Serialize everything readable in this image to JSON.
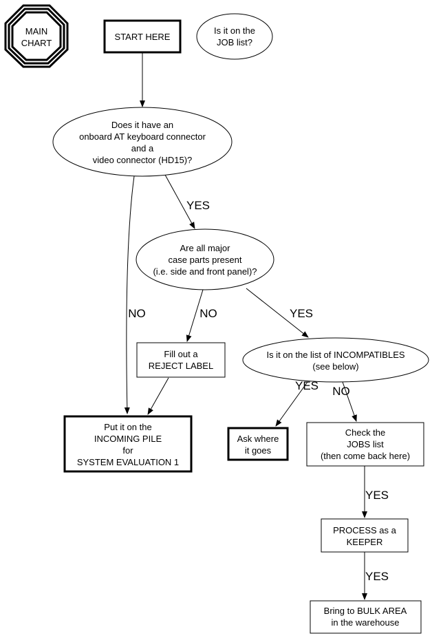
{
  "nodes": {
    "main_chart": [
      "MAIN",
      "CHART"
    ],
    "start": [
      "START HERE"
    ],
    "job_list": [
      "Is it on the",
      "JOB list?"
    ],
    "connectors": [
      "Does it have an",
      "onboard AT keyboard connector",
      "and a",
      "video connector (HD15)?"
    ],
    "case_parts": [
      "Are all major",
      "case parts present",
      "(i.e. side and front panel)?"
    ],
    "reject": [
      "Fill out a",
      "REJECT LABEL"
    ],
    "incompatibles": [
      "Is it on the list of INCOMPATIBLES",
      "(see below)"
    ],
    "incoming": [
      "Put it on the",
      "INCOMING PILE",
      "for",
      "SYSTEM EVALUATION 1"
    ],
    "ask": [
      "Ask where",
      "it goes"
    ],
    "check_jobs": [
      "Check the",
      "JOBS list",
      "(then come back here)"
    ],
    "process": [
      "PROCESS as a",
      "KEEPER"
    ],
    "bulk": [
      "Bring to BULK AREA",
      "in the warehouse"
    ]
  },
  "edges": {
    "connectors_yes": "YES",
    "connectors_no": "NO",
    "case_no": "NO",
    "case_yes": "YES",
    "incompat_yes": "YES",
    "incompat_no": "NO",
    "check_yes": "YES",
    "process_yes": "YES"
  }
}
